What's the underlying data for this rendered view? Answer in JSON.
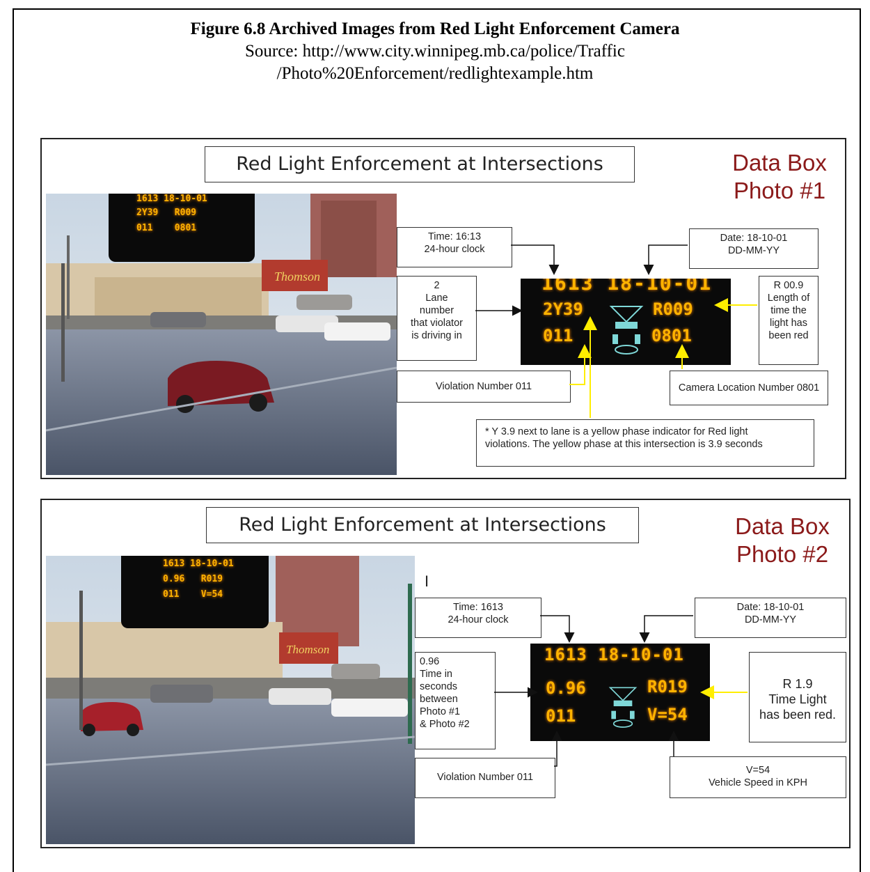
{
  "caption": {
    "title": "Figure 6.8 Archived Images from Red Light Enforcement Camera",
    "source_line1": "Source:  http://www.city.winnipeg.mb.ca/police/Traffic",
    "source_line2": "/Photo%20Enforcement/redlightexample.htm"
  },
  "panel1": {
    "banner": "Red Light Enforcement at Intersections",
    "databox_line1": "Data Box",
    "databox_line2": "Photo #1",
    "lcd": {
      "row1": "1613 18-10-01",
      "row2": "2Y39",
      "row2b": "R009",
      "row3": "011",
      "row3b": "0801",
      "small_row1": "1613 18-10-01",
      "small_row2": "2Y39   R009",
      "small_row3": "011    0801"
    },
    "callouts": {
      "time_l1": "Time: 16:13",
      "time_l2": "24-hour clock",
      "date_l1": "Date: 18-10-01",
      "date_l2": "DD-MM-YY",
      "lane_l1": "2",
      "lane_l2": "Lane",
      "lane_l3": "number",
      "lane_l4": "that violator",
      "lane_l5": "is driving in",
      "red_l1": "R 00.9",
      "red_l2": "Length of",
      "red_l3": "time the",
      "red_l4": "light has",
      "red_l5": "been red",
      "violation": "Violation Number 011",
      "camera": "Camera Location Number 0801",
      "yellow_l1": "* Y 3.9 next to lane is a yellow phase indicator for Red light",
      "yellow_l2": "violations.   The yellow phase at this intersection is 3.9 seconds"
    }
  },
  "panel2": {
    "banner": "Red Light Enforcement at Intersections",
    "databox_line1": "Data Box",
    "databox_line2": "Photo #2",
    "cursor": "I",
    "lcd": {
      "row1": "1613 18-10-01",
      "row2": "0.96",
      "row2b": "R019",
      "row3": "011",
      "row3b": "V=54",
      "small_row1": "1613 18-10-01",
      "small_row2": "0.96   R019",
      "small_row3": "011    V=54"
    },
    "callouts": {
      "time_l1": "Time: 1613",
      "time_l2": "24-hour clock",
      "date_l1": "Date: 18-10-01",
      "date_l2": "DD-MM-YY",
      "sec_l1": "0.96",
      "sec_l2": "Time in",
      "sec_l3": "seconds",
      "sec_l4": "between",
      "sec_l5": "Photo #1",
      "sec_l6": "& Photo #2",
      "red_l1": "R 1.9",
      "red_l2": "Time Light",
      "red_l3": "has been red.",
      "violation": "Violation Number 011",
      "speed_l1": "V=54",
      "speed_l2": "Vehicle Speed in KPH"
    }
  },
  "colors": {
    "databox": "#8b1a1a",
    "lcd_digits": "#ffb300",
    "arrow_yellow": "#ffee00"
  }
}
